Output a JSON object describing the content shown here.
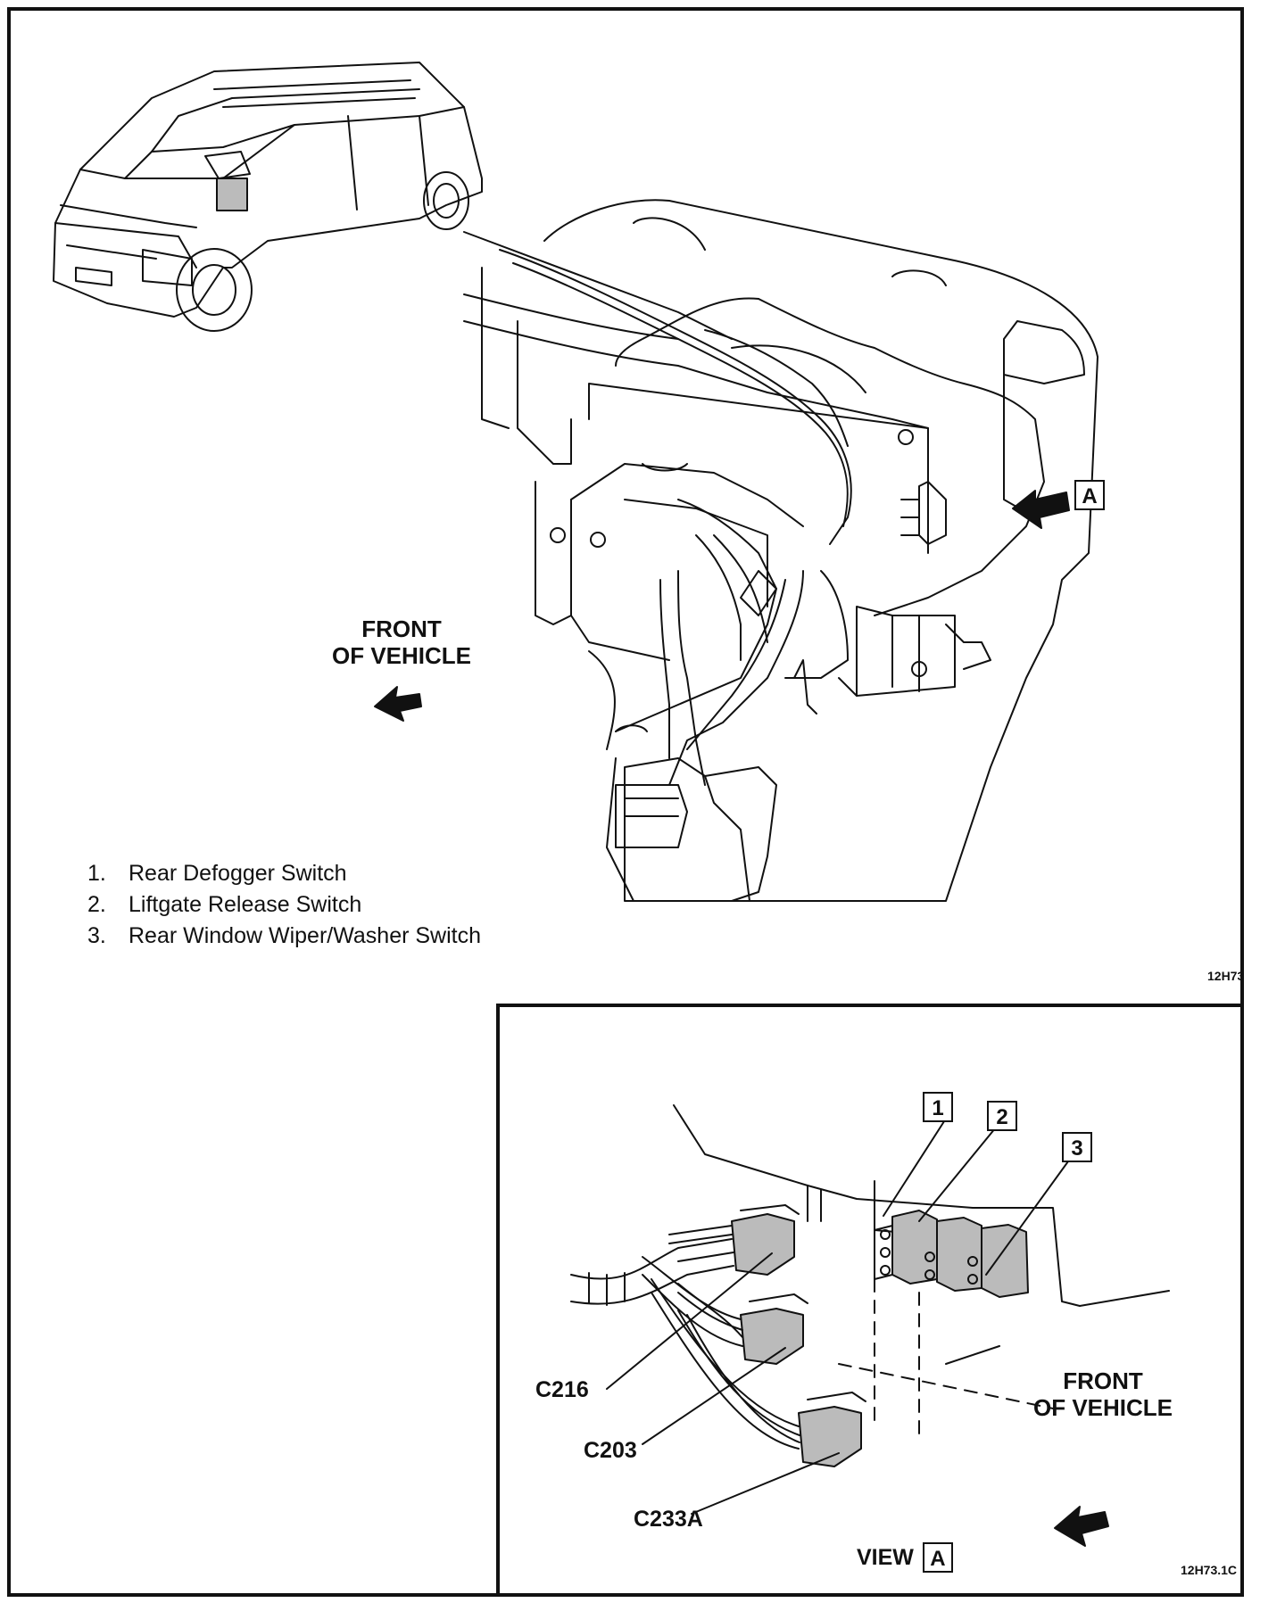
{
  "main_view": {
    "front_label_line1": "FRONT",
    "front_label_line2": "OF VEHICLE",
    "view_callout": "A",
    "figure_code": "12H73"
  },
  "legend": {
    "items": [
      {
        "num": "1.",
        "text": "Rear Defogger Switch"
      },
      {
        "num": "2.",
        "text": "Liftgate Release Switch"
      },
      {
        "num": "3.",
        "text": "Rear Window Wiper/Washer Switch"
      }
    ]
  },
  "inset_view": {
    "callouts": [
      "1",
      "2",
      "3"
    ],
    "connectors": [
      "C216",
      "C203",
      "C233A"
    ],
    "front_label_line1": "FRONT",
    "front_label_line2": "OF VEHICLE",
    "view_label": "VIEW",
    "view_box": "A",
    "figure_code": "12H73.1C"
  }
}
